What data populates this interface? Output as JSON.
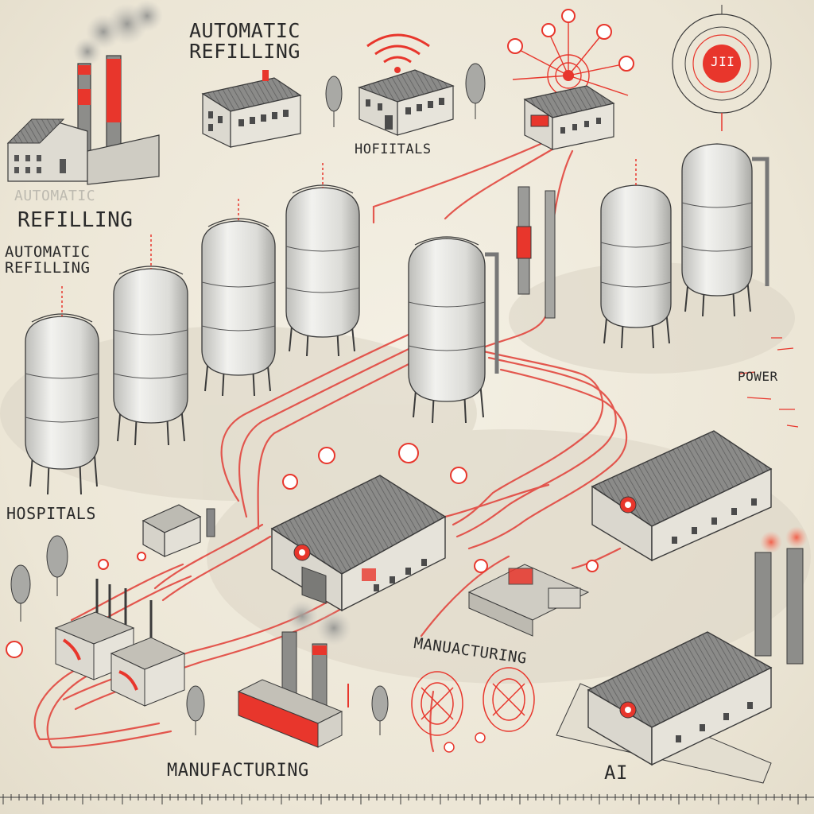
{
  "labels": {
    "top_refill": "AUTOMATIC\nREFILLING",
    "top_hospitals": "HOFIITALS",
    "left_refill_faded": "AUTOMATIC",
    "left_refill": "REFILLING",
    "left_auto_refill": "AUTOMATIC\nREFILLING",
    "left_hospitals": "HOSPITALS",
    "power": "POWER",
    "manuacturing": "MANUACTURING",
    "manufacturing": "MANUFACTURING",
    "ai": "AI"
  },
  "icons": {
    "beacon_text": "JII"
  },
  "colors": {
    "ink": "#3a3a3a",
    "accent_red": "#e8362c",
    "pipe_red": "#e2473f",
    "paper": "#efeadc",
    "tank_body": "#e6e6e3"
  }
}
